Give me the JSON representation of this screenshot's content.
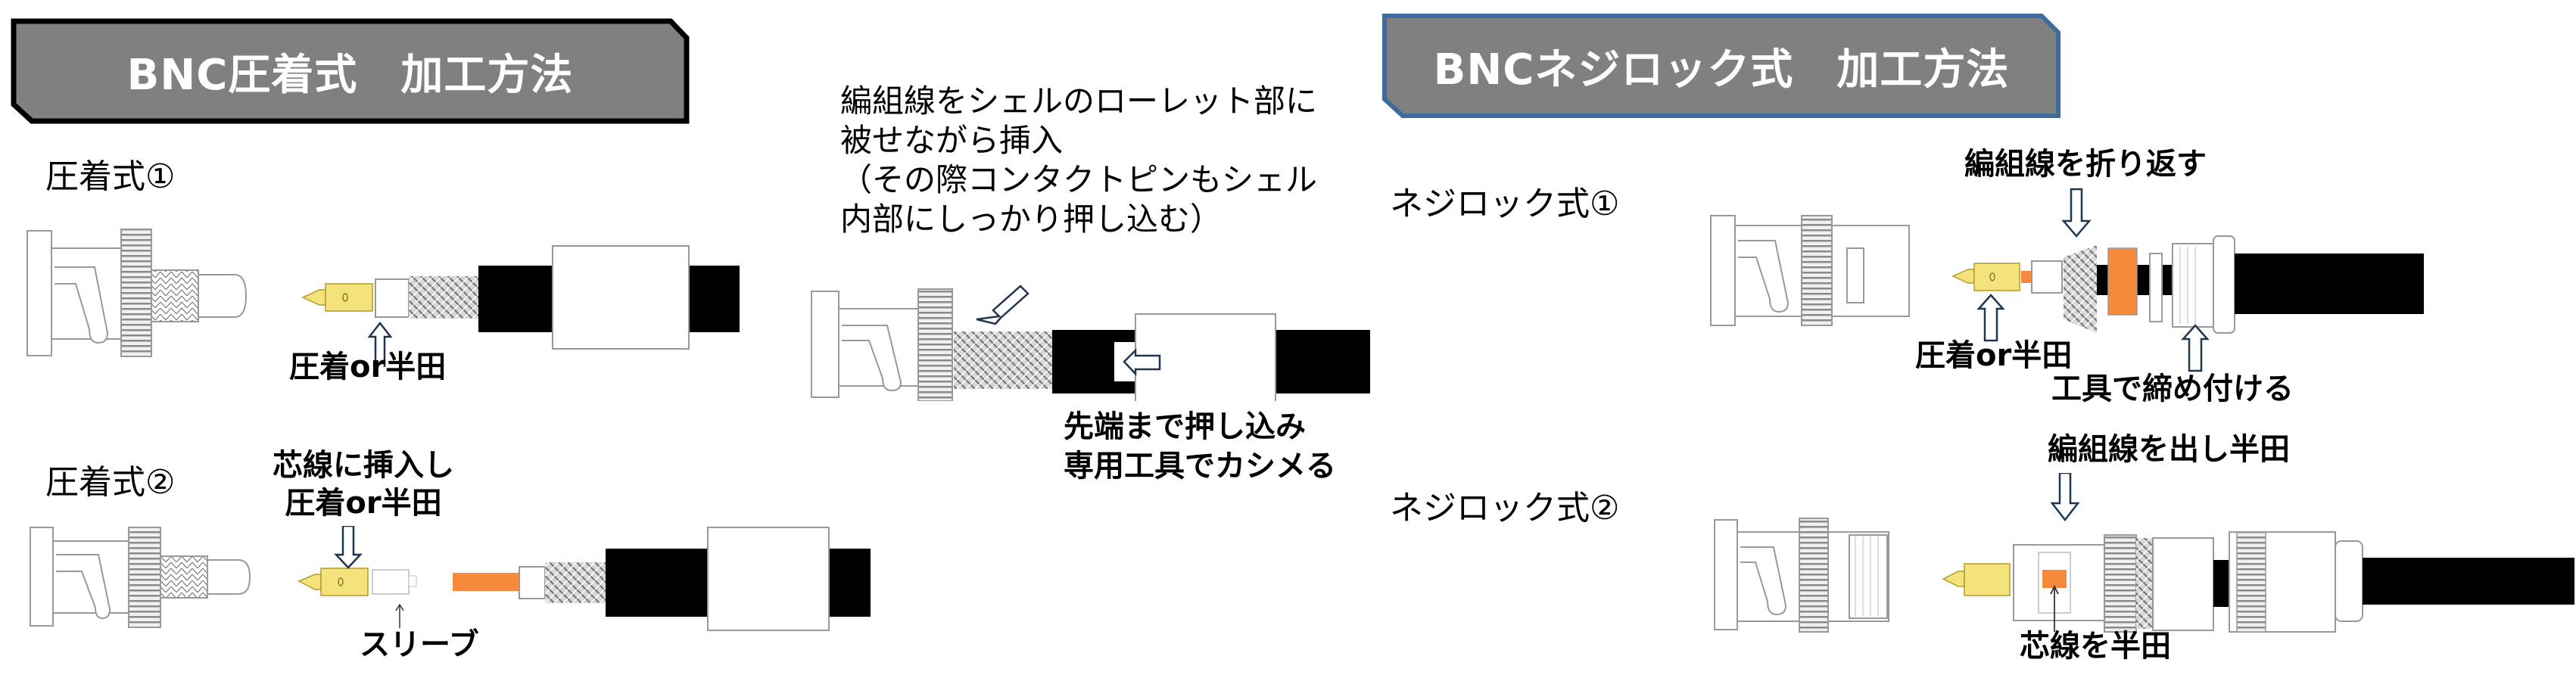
{
  "colors": {
    "header_fill": "#808080",
    "header_left_border": "#000000",
    "header_right_border": "#3e6b9c",
    "pin_gold": "#f3e37a",
    "core_orange": "#f58a3c",
    "jacket_black": "#000000",
    "arrow_outline": "#1f3550"
  },
  "left_section": {
    "header": "BNC圧着式　加工方法",
    "step1": {
      "title": "圧着式①",
      "callout_pin": "圧着or半田"
    },
    "step2": {
      "title": "圧着式②",
      "callout_pin_lines": [
        "芯線に挿入し",
        "圧着or半田"
      ],
      "callout_sleeve": "スリーブ"
    }
  },
  "center_section": {
    "instruction_lines": [
      "編組線をシェルのローレット部に",
      "被せながら挿入",
      "（その際コンタクトピンもシェル",
      "内部にしっかり押し込む）"
    ],
    "crimp_lines": [
      "先端まで押し込み",
      "専用工具でカシメる"
    ]
  },
  "right_section": {
    "header": "BNCネジロック式　加工方法",
    "step1": {
      "title": "ネジロック式①",
      "callout_braid": "編組線を折り返す",
      "callout_pin": "圧着or半田",
      "callout_nut": "工具で締め付ける"
    },
    "step2": {
      "title": "ネジロック式②",
      "callout_braid": "編組線を出し半田",
      "callout_core": "芯線を半田"
    }
  }
}
